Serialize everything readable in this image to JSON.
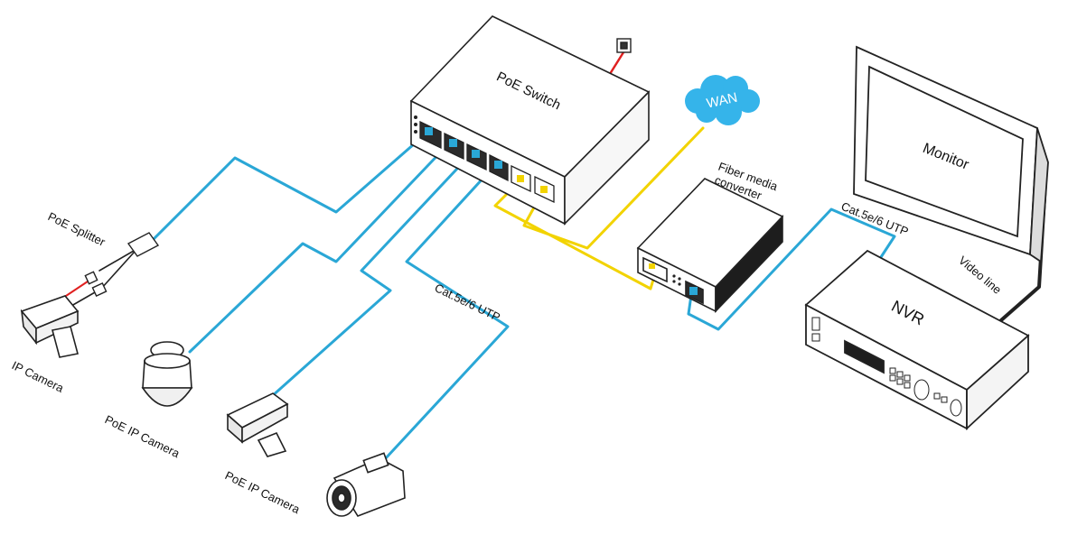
{
  "labels": {
    "poe_switch": "PoE  Switch",
    "wan": "WAN",
    "fiber_line1": "Fiber media",
    "fiber_line2": "converter",
    "monitor": "Monitor",
    "nvr": "NVR",
    "video_line": "Video line",
    "cable_right": "Cat.5e/6 UTP",
    "cable_center": "Cat.5e/6 UTP",
    "poe_splitter": "PoE Splitter",
    "ip_camera": "IP Camera",
    "poe_ip_camera_1": "PoE IP Camera",
    "poe_ip_camera_2": "PoE IP Camera"
  },
  "colors": {
    "ethernet_cable": "#2aa7d6",
    "fiber_cable": "#f2d300",
    "power_cable": "#e02020",
    "cloud": "#35b4ea",
    "outline": "#222222"
  }
}
